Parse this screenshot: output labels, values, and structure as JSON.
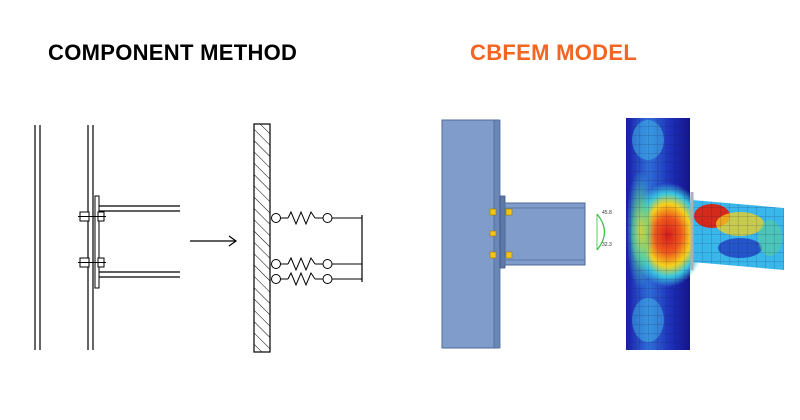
{
  "left_panel": {
    "title": "COMPONENT METHOD"
  },
  "right_panel": {
    "title": "CBFEM MODEL",
    "title_color": "#f26522",
    "result_labels": [
      "45.8",
      "32.3"
    ]
  },
  "colors": {
    "steel": "#7f9ccb",
    "steel_dark": "#5d79a8",
    "bolt": "#f3c21c",
    "line": "#000000"
  }
}
